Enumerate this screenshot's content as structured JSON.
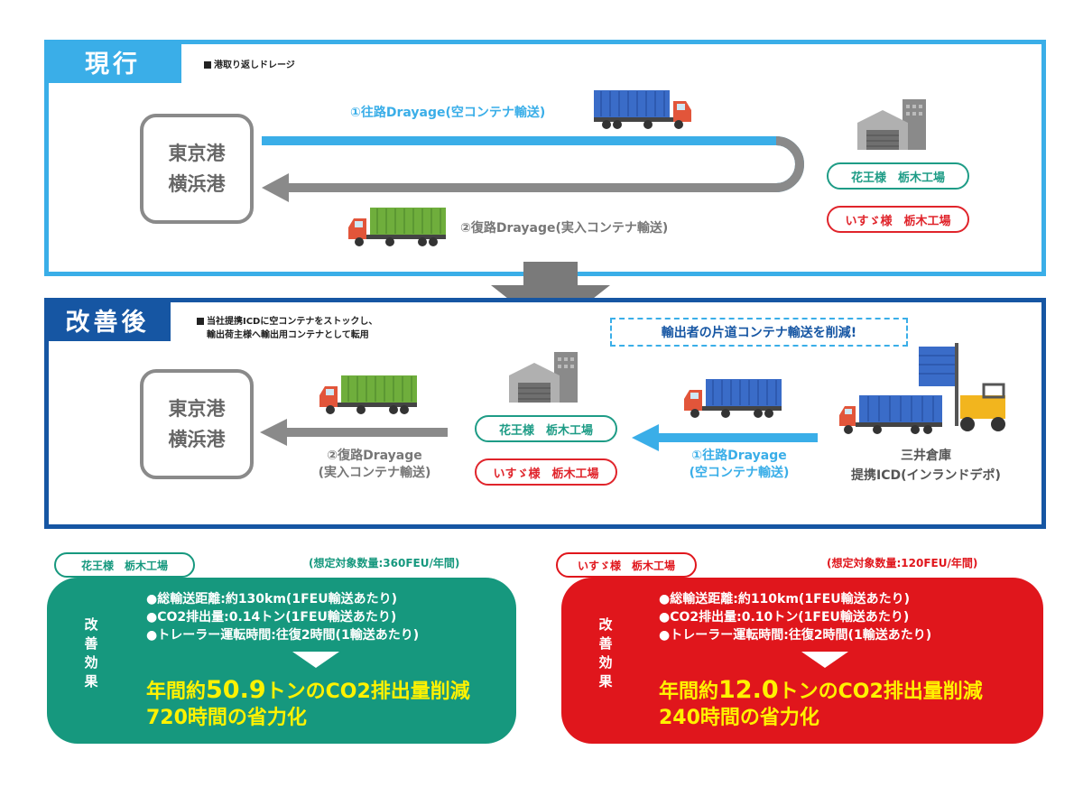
{
  "current": {
    "tag": "現行",
    "note": "港取り返しドレージ",
    "port": [
      "東京港",
      "横浜港"
    ],
    "outbound_label": "①往路Drayage(空コンテナ輸送)",
    "return_label": "②復路Drayage(実入コンテナ輸送)",
    "kao": "花王様　栃木工場",
    "isuzu": "いすゞ様　栃木工場"
  },
  "improved": {
    "tag": "改善後",
    "note": [
      "当社提携ICDに空コンテナをストックし、",
      "輸出荷主様へ輸出用コンテナとして転用"
    ],
    "callout": "輸出者の片道コンテナ輸送を削減!",
    "port": [
      "東京港",
      "横浜港"
    ],
    "return_label": [
      "②復路Drayage",
      "(実入コンテナ輸送)"
    ],
    "outbound_label": [
      "①往路Drayage",
      "(空コンテナ輸送)"
    ],
    "kao": "花王様　栃木工場",
    "isuzu": "いすゞ様　栃木工場",
    "depot": [
      "三井倉庫",
      "提携ICD(インランドデポ)"
    ]
  },
  "results": {
    "kao": {
      "name": "花王様　栃木工場",
      "target": "(想定対象数量:360FEU/年間)",
      "label": [
        "改",
        "善",
        "効",
        "果"
      ],
      "bullets": [
        "●総輸送距離:約130km(1FEU輸送あたり)",
        "●CO2排出量:0.14トン(1FEU輸送あたり)",
        "●トレーラー運転時間:往復2時間(1輸送あたり)"
      ],
      "headline_pre": "年間約",
      "headline_num": "50.9",
      "headline_post": "トンのCO2排出量削減",
      "headline2": "720時間の省力化"
    },
    "isuzu": {
      "name": "いすゞ様　栃木工場",
      "target": "(想定対象数量:120FEU/年間)",
      "label": [
        "改",
        "善",
        "効",
        "果"
      ],
      "bullets": [
        "●総輸送距離:約110km(1FEU輸送あたり)",
        "●CO2排出量:0.10トン(1FEU輸送あたり)",
        "●トレーラー運転時間:往復2時間(1輸送あたり)"
      ],
      "headline_pre": "年間約",
      "headline_num": "12.0",
      "headline_post": "トンのCO2排出量削減",
      "headline2": "240時間の省力化"
    }
  },
  "colors": {
    "current_blue": "#3aaee8",
    "improved_navy": "#1656a3",
    "kao_green": "#16987e",
    "isuzu_red": "#e0161c",
    "highlight_yellow": "#fff200"
  },
  "icons": [
    "factory-icon",
    "blue-container-truck-icon",
    "green-container-truck-icon",
    "forklift-icon",
    "down-arrow-icon"
  ]
}
